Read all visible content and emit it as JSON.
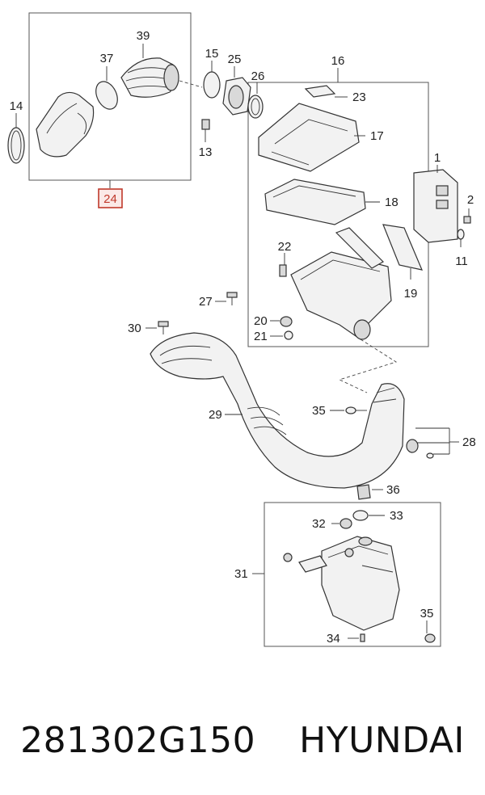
{
  "callouts": {
    "c1": "1",
    "c2": "2",
    "c11": "11",
    "c13": "13",
    "c14": "14",
    "c15": "15",
    "c16": "16",
    "c17": "17",
    "c18": "18",
    "c19": "19",
    "c20": "20",
    "c21": "21",
    "c22": "22",
    "c23": "23",
    "c24": "24",
    "c25": "25",
    "c26": "26",
    "c27": "27",
    "c28": "28",
    "c29": "29",
    "c30": "30",
    "c31": "31",
    "c32": "32",
    "c33": "33",
    "c34": "34",
    "c35a": "35",
    "c35b": "35",
    "c36": "36",
    "c37": "37",
    "c39": "39"
  },
  "highlight_color": "#c0392b",
  "caption": {
    "part_number": "281302G150",
    "brand": "HYUNDAI"
  }
}
